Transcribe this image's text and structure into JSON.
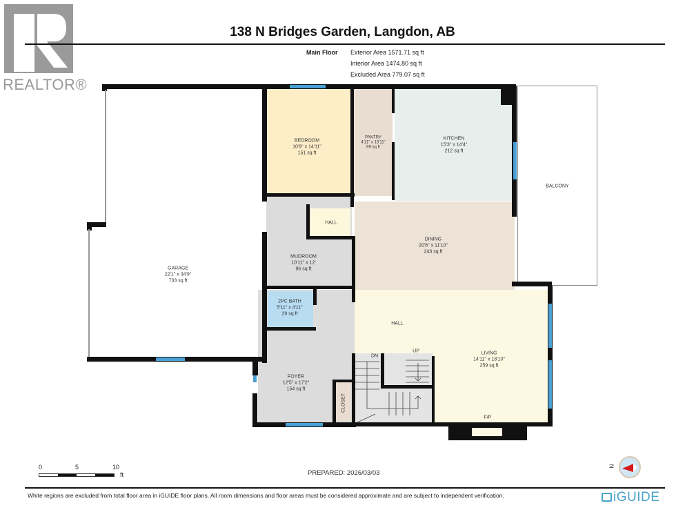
{
  "header": {
    "logo_text": "REALTOR®",
    "title": "138 N Bridges Garden, Langdon, AB",
    "floor_label": "Main Floor",
    "areas": [
      "Exterior Area 1571.71 sq ft",
      "Interior Area 1474.80 sq ft",
      "Excluded Area 779.07 sq ft"
    ]
  },
  "rooms": {
    "garage": {
      "name": "GARAGE",
      "dims": "22'1\" x 34'9\"",
      "area": "733 sq ft"
    },
    "bedroom": {
      "name": "BEDROOM",
      "dims": "10'9\" x 14'11\"",
      "area": "151 sq ft"
    },
    "pantry": {
      "name": "PANTRY",
      "dims": "4'11\" x 13'11\"",
      "area": "69 sq ft"
    },
    "kitchen": {
      "name": "KITCHEN",
      "dims": "15'3\" x 14'4\"",
      "area": "212 sq ft"
    },
    "balcony": {
      "name": "BALCONY"
    },
    "hall_small": {
      "name": "HALL"
    },
    "mudroom": {
      "name": "MUDROOM",
      "dims": "10'11\" x 12'",
      "area": "96 sq ft"
    },
    "dining": {
      "name": "DINING",
      "dims": "20'6\" x 11'10\"",
      "area": "243 sq ft"
    },
    "bath": {
      "name": "2PC BATH",
      "dims": "5'11\" x 4'11\"",
      "area": "29 sq ft"
    },
    "hall_large": {
      "name": "HALL"
    },
    "living": {
      "name": "LIVING",
      "dims": "14'11\" x 18'10\"",
      "area": "259 sq ft"
    },
    "foyer": {
      "name": "FOYER",
      "dims": "12'5\" x 17'2\"",
      "area": "154 sq ft"
    },
    "closet": {
      "name": "CLOSET"
    },
    "stairs_down": "DN",
    "stairs_up": "UP",
    "fireplace": "F/P"
  },
  "colors": {
    "bedroom": "#fdeec8",
    "pantry": "#e8ddd0",
    "kitchen": "#e6efec",
    "dining": "#ede2d6",
    "hall_small": "#fdf7dc",
    "mudroom": "#dcdcdc",
    "bath": "#b8dcf2",
    "living": "#fdf8e2",
    "foyer": "#dcdcdc",
    "closet": "#e8ddd0",
    "window": "#4a9fd4",
    "wall": "#111111"
  },
  "scale": {
    "labels": [
      "0",
      "5",
      "10"
    ],
    "unit": "ft"
  },
  "compass": {
    "label": "N"
  },
  "prepared": "PREPARED: 2026/03/03",
  "footer": {
    "disclaimer": "White regions are excluded from total floor area in iGUIDE floor plans. All room dimensions and floor areas must be considered approximate and are subject to independent verification.",
    "brand": "iGUIDE"
  }
}
